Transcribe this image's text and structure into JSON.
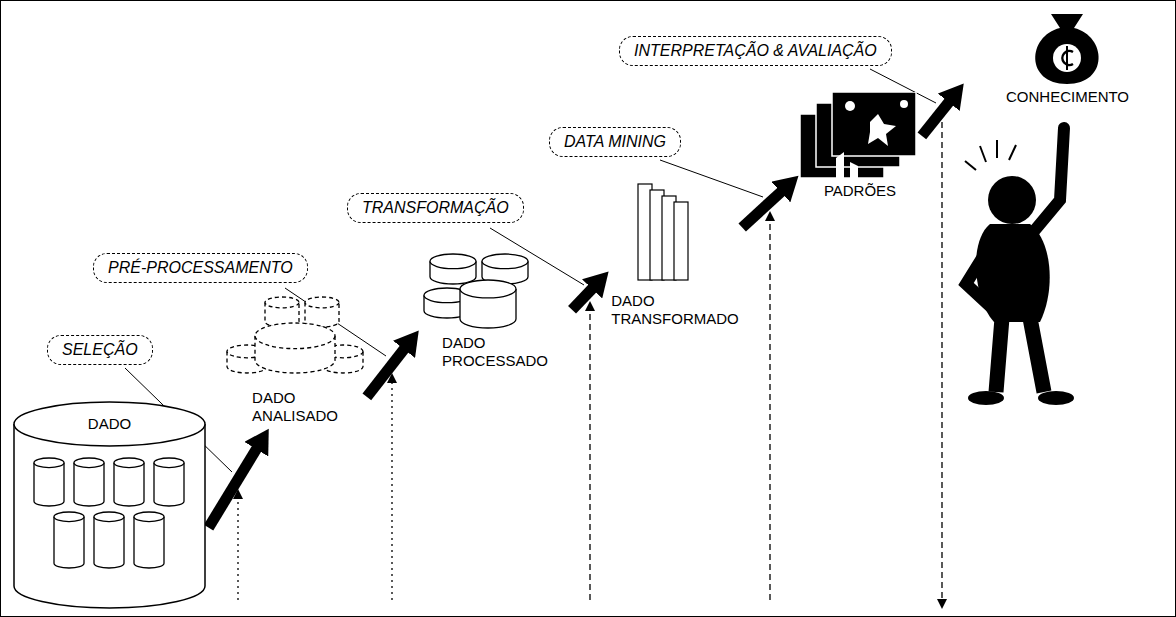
{
  "diagram": {
    "nodes": [
      {
        "text": [
          "DADO"
        ]
      },
      {
        "text": [
          "DADO ANALISADO"
        ]
      },
      {
        "text": [
          "DADO PROCESSADO"
        ]
      },
      {
        "text": [
          "DADO TRANSFORMADO"
        ]
      },
      {
        "text": [
          "PADRÕES"
        ]
      },
      {
        "text": [
          "CONHECIMENTO"
        ]
      },
      {
        "text": [
          "SELEÇÃO"
        ]
      },
      {
        "text": [
          "PRÉ-PROCESSAMENTO"
        ]
      },
      {
        "text": [
          "TRANSFORMAÇÃO"
        ]
      },
      {
        "text": [
          "DATA MINING"
        ]
      },
      {
        "text": [
          "INTERPRETAÇÃO & AVALIAÇÃO"
        ]
      }
    ],
    "edges": [
      {
        "from": 0,
        "to": 1,
        "arrow": "to"
      },
      {
        "from": 1,
        "to": 2,
        "arrow": "to"
      },
      {
        "from": 2,
        "to": 3,
        "arrow": "to"
      },
      {
        "from": 3,
        "to": 4,
        "arrow": "to"
      },
      {
        "from": 4,
        "to": 5,
        "arrow": "to"
      }
    ]
  }
}
